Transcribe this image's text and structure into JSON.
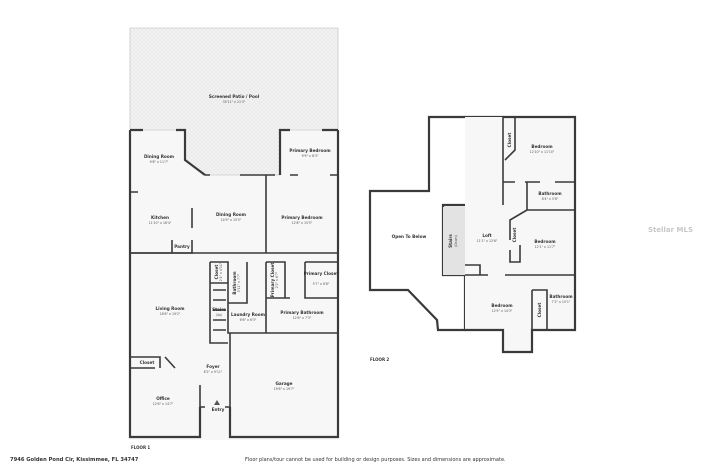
{
  "floor1": {
    "label": "FLOOR 1",
    "rooms": [
      {
        "name": "Screened Patio / Pool",
        "dims": "35'11\" x 21'3\""
      },
      {
        "name": "Dining Room",
        "dims": "9'6\" x 11'7\""
      },
      {
        "name": "Primary Bedroom",
        "dims": "9'9\" x 8'3\""
      },
      {
        "name": "Kitchen",
        "dims": "11'10\" x 16'4\""
      },
      {
        "name": "Dining Room",
        "dims": "14'9\" x 15'5\""
      },
      {
        "name": "Primary Bedroom",
        "dims": "12'8\" x 15'5\""
      },
      {
        "name": "Pantry",
        "dims": ""
      },
      {
        "name": "Closet",
        "dims": "2'1\" x 4'11\""
      },
      {
        "name": "Bathroom",
        "dims": "5'11\" x 7'7\""
      },
      {
        "name": "Primary Closet",
        "dims": "2'2\" x 6'7\""
      },
      {
        "name": "Primary Closet",
        "dims": "5'7\" x 6'8\""
      },
      {
        "name": "Living Room",
        "dims": "18'6\" x 19'2\""
      },
      {
        "name": "Stairs",
        "dims": "(Up)"
      },
      {
        "name": "Laundry Room",
        "dims": "6'6\" x 6'3\""
      },
      {
        "name": "Primary Bathroom",
        "dims": "12'6\" x 7'3\""
      },
      {
        "name": "Closet",
        "dims": ""
      },
      {
        "name": "Foyer",
        "dims": "8'2\" x 9'11\""
      },
      {
        "name": "Office",
        "dims": "12'6\" x 14'7\""
      },
      {
        "name": "Garage",
        "dims": "19'6\" x 19'7\""
      },
      {
        "name": "Entry",
        "dims": ""
      }
    ]
  },
  "floor2": {
    "label": "FLOOR 2",
    "rooms": [
      {
        "name": "Open To Below",
        "dims": ""
      },
      {
        "name": "Closet",
        "dims": ""
      },
      {
        "name": "Bedroom",
        "dims": "12'10\" x 11'10\""
      },
      {
        "name": "Bathroom",
        "dims": "8'4\" x 5'8\""
      },
      {
        "name": "Stairs",
        "dims": "(Down)"
      },
      {
        "name": "Loft",
        "dims": "11'1\" x 12'6\""
      },
      {
        "name": "Closet",
        "dims": ""
      },
      {
        "name": "Bedroom",
        "dims": "12'1\" x 11'7\""
      },
      {
        "name": "Bedroom",
        "dims": "12'5\" x 14'3\""
      },
      {
        "name": "Closet",
        "dims": ""
      },
      {
        "name": "Bathroom",
        "dims": "7'2\" x 10'1\""
      }
    ]
  },
  "footer": {
    "address": "7946 Golden Pond Cir, Kissimmee, FL 34747",
    "disclaimer": "Floor plans/tour cannot be used for building or design purposes. Sizes and dimensions are approximate."
  },
  "watermark": "Stellar MLS",
  "colors": {
    "wall": "#3a3a3a",
    "floor": "#f7f7f7",
    "open_area": "#ececec"
  }
}
